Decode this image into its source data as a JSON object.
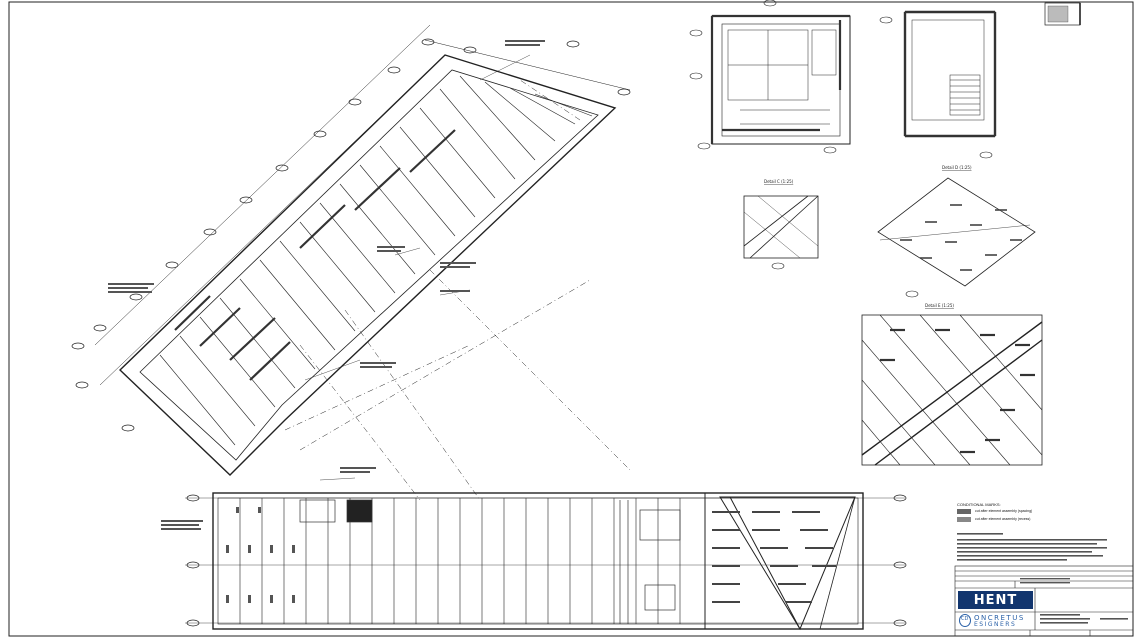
{
  "title_block": {
    "logos": {
      "hent": "HENT",
      "concretus_top": "ONCRETUS",
      "concretus_bottom": "ESIGNERS",
      "concretus_mark": "CD"
    },
    "legend_heading": "CONDITIONAL MARKS:",
    "legend_rows": [
      "cut after element assembly (spacing)",
      "cut after element assembly (recess)"
    ],
    "colors": {
      "hent_bg": "#12356e",
      "hent_text": "#ffffff",
      "concretus_blue": "#2c62a8"
    }
  },
  "details": {
    "detail_c": "Detail C (1:25)",
    "detail_d": "Detail D (1:25)",
    "detail_e": "Detail E (1:25)"
  }
}
